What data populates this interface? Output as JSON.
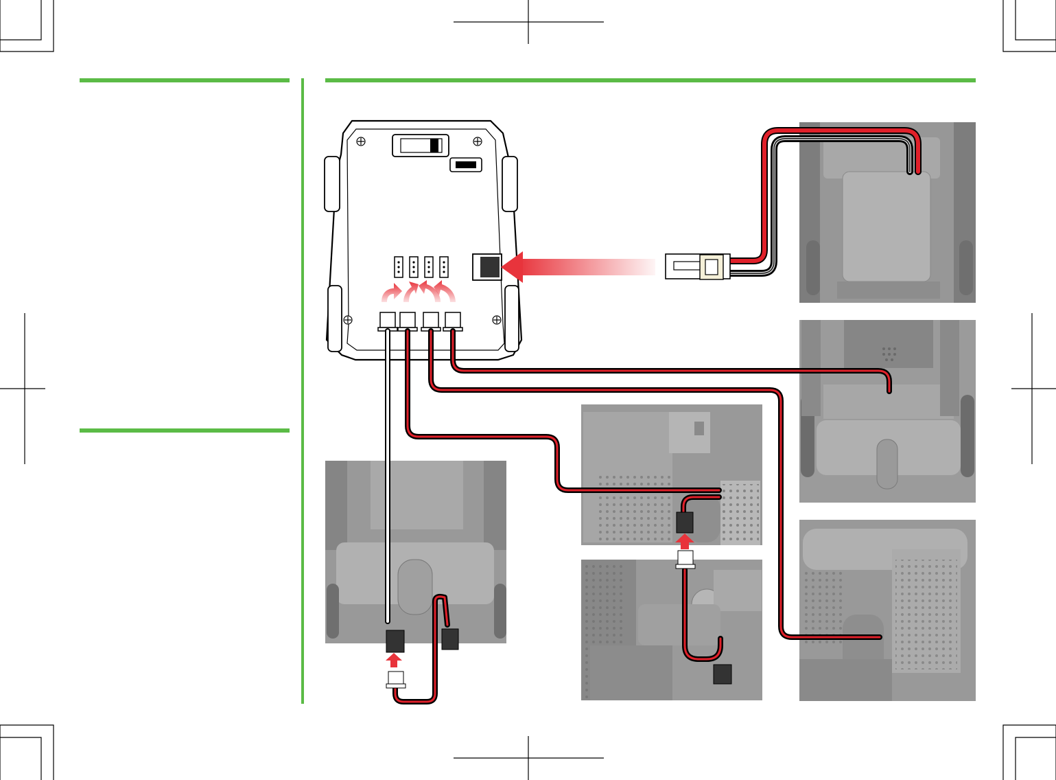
{
  "colors": {
    "accent_green": "#5bbb46",
    "cable_red": "#e0202a",
    "cable_black": "#222222",
    "connector_dark": "#333333",
    "photo_gray": "#9a9a9a",
    "arrow_red": "#e8343c"
  },
  "control_box": {
    "power_switch": "power-switch",
    "usb_port": "usb-port",
    "battery_socket": "battery-socket",
    "servo_headers_count": 4,
    "servo_connectors_count": 4
  },
  "photos": [
    {
      "name": "battery-pack-photo",
      "icon": "robot-rear-battery"
    },
    {
      "name": "robot-body-photo",
      "icon": "robot-body-wheels"
    },
    {
      "name": "head-servo-photo",
      "icon": "robot-head-servo"
    },
    {
      "name": "arm-servo-photo",
      "icon": "robot-arm-gripper"
    },
    {
      "name": "base-wheels-photo",
      "icon": "robot-base-caster"
    },
    {
      "name": "chest-panel-photo",
      "icon": "robot-chest-panel"
    }
  ],
  "decorations": {
    "crop_marks": true,
    "section_rules": 3
  }
}
